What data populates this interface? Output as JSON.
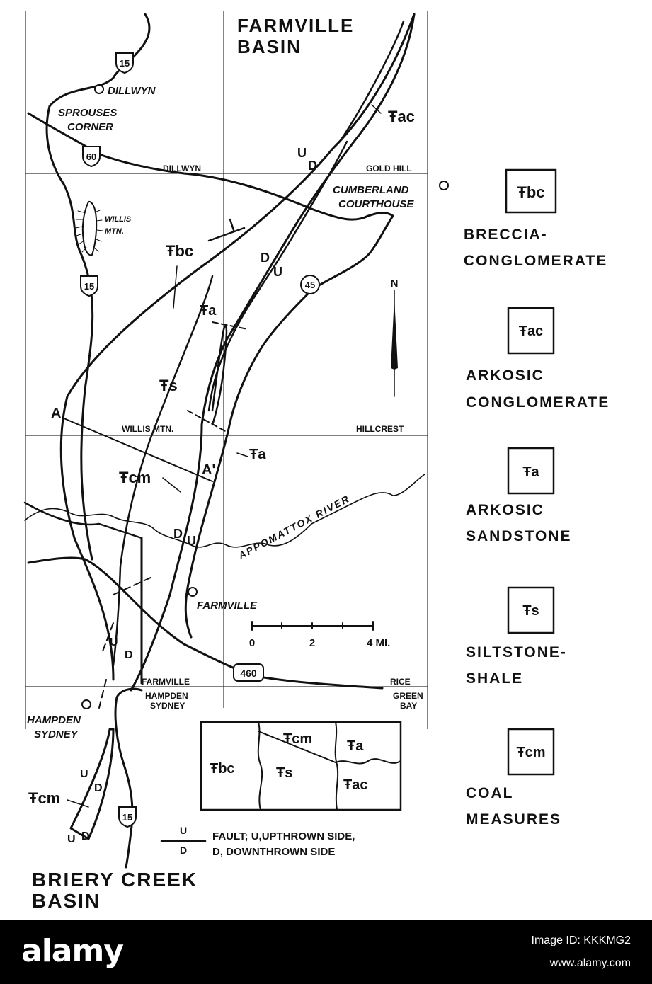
{
  "map": {
    "title_top": [
      "FARMVILLE",
      "BASIN"
    ],
    "title_bottom": [
      "BRIERY CREEK",
      "BASIN"
    ],
    "towns": {
      "dillwyn": "DILLWYN",
      "sprouses": [
        "SPROUSES",
        "CORNER"
      ],
      "cumberland": [
        "CUMBERLAND",
        "COURTHOUSE"
      ],
      "farmville": "FARMVILLE",
      "hampden": [
        "HAMPDEN",
        "SYDNEY"
      ]
    },
    "quads": {
      "dillwyn": "DILLWYN",
      "gold_hill": "GOLD HILL",
      "willis_mtn": "WILLIS MTN.",
      "hillcrest": "HILLCREST",
      "farmville": "FARMVILLE",
      "rice": "RICE",
      "hampden": [
        "HAMPDEN",
        "SYDNEY"
      ],
      "green_bay": [
        "GREEN",
        "BAY"
      ]
    },
    "feature_willis": [
      "WILLIS",
      "MTN."
    ],
    "river": "APPOMATTOX RIVER",
    "routes": {
      "r15a": "15",
      "r15b": "15",
      "r15c": "15",
      "r60": "60",
      "r45": "45",
      "r460": "460"
    },
    "units": {
      "trac": "Ŧac",
      "trbc": "Ŧbc",
      "tra_a": "Ŧa",
      "trs": "Ŧs",
      "tra_b": "Ŧa",
      "trcm": "Ŧcm",
      "trcm_b": "Ŧcm"
    },
    "fault_labels": {
      "u1": "U",
      "d1": "D",
      "d2": "D",
      "u2": "U",
      "d3": "D",
      "u3": "U",
      "u4": "U",
      "d4": "D",
      "u5": "U",
      "d5": "D",
      "u6": "U",
      "d6": "D"
    },
    "section": {
      "a": "A",
      "a_prime": "A'"
    },
    "north": "N",
    "scale": {
      "ticks": [
        "0",
        "2",
        "4 MI."
      ]
    },
    "inset": {
      "trbc": "Ŧbc",
      "trcm": "Ŧcm",
      "trs": "Ŧs",
      "tra": "Ŧa",
      "trac": "Ŧac"
    },
    "fault_legend": {
      "u": "U",
      "d": "D",
      "line1": "FAULT; U,UPTHROWN SIDE,",
      "line2": "D, DOWNTHROWN SIDE"
    }
  },
  "legend": [
    {
      "code": "Ŧbc",
      "lines": [
        "BRECCIA-",
        "CONGLOMERATE"
      ]
    },
    {
      "code": "Ŧac",
      "lines": [
        "ARKOSIC",
        "CONGLOMERATE"
      ]
    },
    {
      "code": "Ŧa",
      "lines": [
        "ARKOSIC",
        "SANDSTONE"
      ]
    },
    {
      "code": "Ŧs",
      "lines": [
        "SILTSTONE-",
        "SHALE"
      ]
    },
    {
      "code": "Ŧcm",
      "lines": [
        "COAL",
        "MEASURES"
      ]
    }
  ],
  "footer": {
    "brand": "alamy",
    "image_id": "Image ID: KKKMG2",
    "url": "www.alamy.com"
  }
}
